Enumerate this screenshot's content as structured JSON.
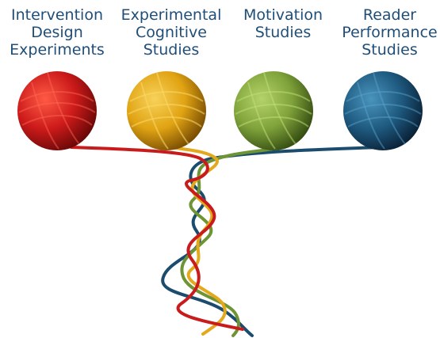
{
  "balls": [
    {
      "label": "Intervention\nDesign\nExperiments",
      "color": "#cc1a1a",
      "dark": "#7a0a0a",
      "light": "#ff4a3a"
    },
    {
      "label": "Experimental\nCognitive\nStudies",
      "color": "#e0a312",
      "dark": "#8a5a06",
      "light": "#f5c842"
    },
    {
      "label": "Motivation\nStudies",
      "color": "#7fa23a",
      "dark": "#3f5a18",
      "light": "#a8c85c"
    },
    {
      "label": "Reader\nPerformance\nStudies",
      "color": "#1f5a80",
      "dark": "#0c2a44",
      "light": "#3e86ad"
    }
  ]
}
